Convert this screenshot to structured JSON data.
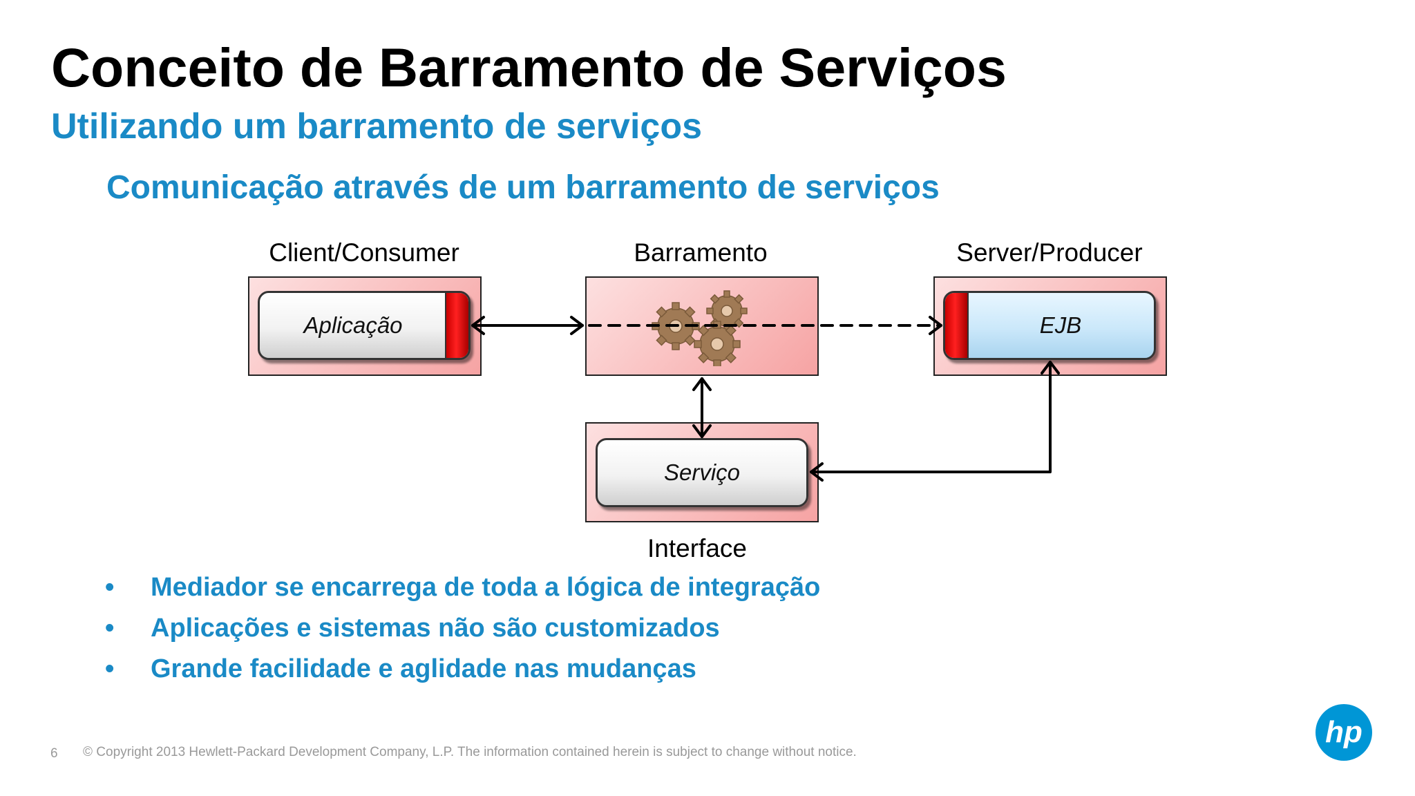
{
  "slide": {
    "title": "Conceito de Barramento de Serviços",
    "subtitle": "Utilizando um barramento de serviços",
    "heading": "Comunicação através de um barramento de serviços"
  },
  "diagram": {
    "client_label": "Client/Consumer",
    "bus_label": "Barramento",
    "server_label": "Server/Producer",
    "interface_label": "Interface",
    "app_node": "Aplicação",
    "ejb_node": "EJB",
    "service_node": "Serviço"
  },
  "bullets": [
    "Mediador se encarrega de toda a lógica de integração",
    "Aplicações e sistemas não são customizados",
    "Grande facilidade e aglidade nas mudanças"
  ],
  "bullet_symbol": "•",
  "footer": {
    "page_number": "6",
    "copyright": "© Copyright 2013 Hewlett-Packard Development Company, L.P.  The information contained herein is subject to change without notice."
  },
  "logo": {
    "text": "hp",
    "color": "#0096d6"
  },
  "colors": {
    "title": "#000000",
    "accent_blue": "#1a8ac6",
    "box_fill": "#f6a3a3",
    "cap_red": "#ff2020",
    "gear": "#a07a55"
  }
}
